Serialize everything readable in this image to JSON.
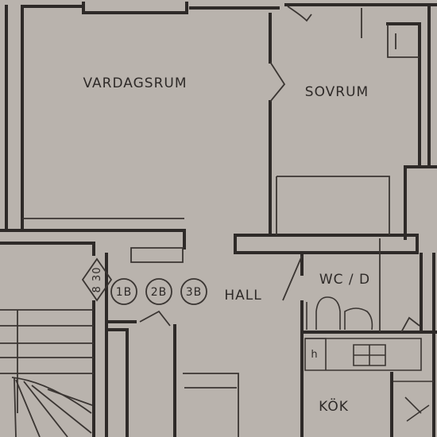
{
  "rooms": {
    "living_room": "VARDAGSRUM",
    "bedroom": "SOVRUM",
    "hall": "HALL",
    "wc": "WC / D",
    "kitchen": "KÖK"
  },
  "markers": {
    "stair_code": "8 30",
    "apartments": [
      "1B",
      "2B",
      "3B"
    ],
    "hob_label": "h"
  },
  "colors": {
    "paper": "#b9b3ad",
    "ink": "#2e2a28"
  }
}
